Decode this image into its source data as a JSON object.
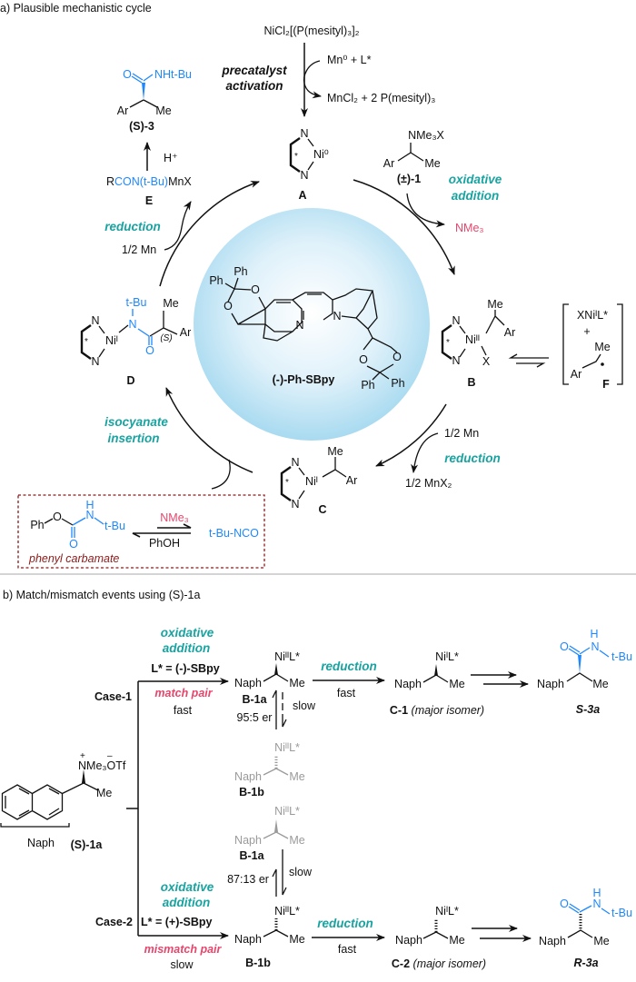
{
  "colors": {
    "teal_label": "#18a3a0",
    "pink_label": "#e8456b",
    "blue_fragment": "#1e88ff",
    "carbamate_box": "#8b1a1a",
    "sphere": "#a8daf0",
    "gray_species": "#9a9a9a"
  },
  "part_a": {
    "title": "a) Plausible mechanistic cycle",
    "precatalyst": "NiCl₂[(P(mesityl)₃]₂",
    "activation_in": "Mn⁰ + L*",
    "activation_out": "MnCl₂ + 2 P(mesityl)₃",
    "activation_label_1": "precatalyst",
    "activation_label_2": "activation",
    "n": "N",
    "star": "*",
    "A": {
      "ni": "Ni⁰",
      "label": "A"
    },
    "substrate": {
      "nme3x": "NMe₃X",
      "ar": "Ar",
      "me": "Me",
      "label": "(±)-1"
    },
    "oxidative_1": "oxidative",
    "oxidative_2": "addition",
    "nme3": "NMe₃",
    "B": {
      "ni": "Niᴵᴵ",
      "me": "Me",
      "ar": "Ar",
      "x": "X",
      "label": "B"
    },
    "F": {
      "complex": "XNiᴵL*",
      "plus": "+",
      "me": "Me",
      "ar": "Ar",
      "label": "F"
    },
    "ligand": {
      "label": "(-)-Ph-SBpy",
      "ph": "Ph",
      "o": "O",
      "n": "N"
    },
    "reduction_right": {
      "mn": "1/2 Mn",
      "label": "reduction",
      "mnx2": "1/2 MnX₂"
    },
    "C": {
      "ni": "Niᴵ",
      "me": "Me",
      "ar": "Ar",
      "label": "C"
    },
    "insertion_1": "isocyanate",
    "insertion_2": "insertion",
    "D": {
      "ni": "Niᴵ",
      "tbu": "t-Bu",
      "n": "N",
      "me": "Me",
      "s": "(S)",
      "ar": "Ar",
      "o": "O",
      "label": "D"
    },
    "reduction_left": {
      "label": "reduction",
      "mn": "1/2 Mn"
    },
    "E": {
      "r": "R",
      "formula": "CON(t-Bu)",
      "mnx": "MnX",
      "label": "E"
    },
    "proton": "H⁺",
    "product": {
      "o": "O",
      "nhtbu": "NHt-Bu",
      "ar": "Ar",
      "me": "Me",
      "label": "(S)-3"
    },
    "carbamate": {
      "ph": "Ph",
      "o": "O",
      "h": "H",
      "n": "N",
      "tbu": "t-Bu",
      "nme3": "NMe₃",
      "phoh": "PhOH",
      "isocyanate": "t-Bu-NCO",
      "label": "phenyl carbamate"
    }
  },
  "part_b": {
    "title": "b) Match/mismatch events using (S)-1a",
    "substrate": {
      "nme3otf": "NMe₃OTf",
      "plus": "+",
      "minus": "–",
      "me": "Me",
      "naph": "Naph",
      "label": "(S)-1a"
    },
    "case1": {
      "case": "Case-1",
      "oa_1": "oxidative",
      "oa_2": "addition",
      "ligand": "L* = (-)-SBpy",
      "pair": "match pair",
      "rate": "fast",
      "b_ni": "NiᴵᴵL*",
      "naph": "Naph",
      "me": "Me",
      "b_label": "B-1a",
      "er": "95:5 er",
      "slow": "slow",
      "reduction": "reduction",
      "red_rate": "fast",
      "c_ni": "NiᴵL*",
      "c_label": "C-1",
      "c_note": "(major isomer)",
      "p_o": "O",
      "p_h": "H",
      "p_n": "N",
      "p_tbu": "t-Bu",
      "p_label": "S-3a",
      "gray_ni": "NiᴵᴵL*",
      "gray_label": "B-1b"
    },
    "case2": {
      "case": "Case-2",
      "oa_1": "oxidative",
      "oa_2": "addition",
      "ligand": "L* = (+)-SBpy",
      "pair": "mismatch pair",
      "rate": "slow",
      "b_ni": "NiᴵᴵL*",
      "naph": "Naph",
      "me": "Me",
      "b_label": "B-1b",
      "er": "87:13 er",
      "slow": "slow",
      "reduction": "reduction",
      "red_rate": "fast",
      "c_ni": "NiᴵL*",
      "c_label": "C-2",
      "c_note": "(major isomer)",
      "p_o": "O",
      "p_h": "H",
      "p_n": "N",
      "p_tbu": "t-Bu",
      "p_label": "R-3a",
      "gray_ni": "NiᴵᴵL*",
      "gray_label": "B-1a"
    }
  }
}
